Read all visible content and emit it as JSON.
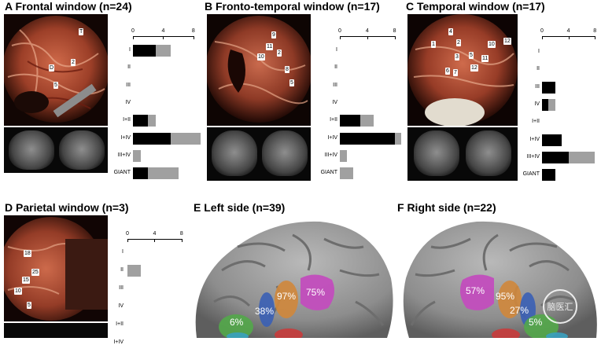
{
  "panels": {
    "A": {
      "title": "A  Frontal window (n=24)"
    },
    "B": {
      "title": "B  Fronto-temporal window (n=17)"
    },
    "C": {
      "title": "C  Temporal window (n=17)"
    },
    "D": {
      "title": "D  Parietal window (n=3)"
    },
    "E": {
      "title": "E  Left side (n=39)",
      "percents": [
        "97%",
        "75%",
        "38%",
        "6%"
      ]
    },
    "F": {
      "title": "F  Right side (n=22)",
      "percents": [
        "57%",
        "95%",
        "27%",
        "5%"
      ]
    }
  },
  "photo_labels": {
    "A": [
      "T",
      "2",
      "D",
      "5"
    ],
    "B": [
      "9",
      "10",
      "11",
      "2",
      "8",
      "5"
    ],
    "C": [
      "4",
      "2",
      "3",
      "5",
      "11",
      "12",
      "7",
      "6",
      "10",
      "12",
      "1"
    ],
    "D": [
      "18",
      "25",
      "15",
      "10",
      "5"
    ]
  },
  "watermark": "脑医汇",
  "chart_data": [
    {
      "panel": "A",
      "type": "bar",
      "orientation": "horizontal",
      "stacked": true,
      "categories": [
        "I",
        "II",
        "III",
        "IV",
        "I+II",
        "I+IV",
        "III+IV",
        "GIANT"
      ],
      "series": [
        {
          "values": [
            3,
            0,
            0,
            0,
            2,
            5,
            0,
            2
          ],
          "color": "#000000"
        },
        {
          "values": [
            2,
            0,
            0,
            0,
            1,
            4,
            1,
            4
          ],
          "color": "#a0a0a0"
        }
      ],
      "xticks": [
        "0",
        "4",
        "8"
      ],
      "xlim": [
        0,
        8
      ]
    },
    {
      "panel": "B",
      "type": "bar",
      "orientation": "horizontal",
      "stacked": true,
      "categories": [
        "I",
        "II",
        "III",
        "IV",
        "I+II",
        "I+IV",
        "III+IV",
        "GIANT"
      ],
      "series": [
        {
          "values": [
            0,
            0,
            0,
            0,
            3,
            8,
            0,
            0
          ],
          "color": "#000000"
        },
        {
          "values": [
            0,
            0,
            0,
            0,
            2,
            1,
            1,
            2
          ],
          "color": "#a0a0a0"
        }
      ],
      "xticks": [
        "0",
        "4",
        "8"
      ],
      "xlim": [
        0,
        8
      ]
    },
    {
      "panel": "C",
      "type": "bar",
      "orientation": "horizontal",
      "stacked": true,
      "categories": [
        "I",
        "II",
        "III",
        "IV",
        "I+II",
        "I+IV",
        "III+IV",
        "GIANT"
      ],
      "series": [
        {
          "values": [
            0,
            0,
            2,
            1,
            0,
            3,
            4,
            2
          ],
          "color": "#000000"
        },
        {
          "values": [
            0,
            0,
            0,
            1,
            0,
            0,
            4,
            0
          ],
          "color": "#a0a0a0"
        }
      ],
      "xticks": [
        "0",
        "4",
        "8"
      ],
      "xlim": [
        0,
        8
      ]
    },
    {
      "panel": "D",
      "type": "bar",
      "orientation": "horizontal",
      "stacked": true,
      "categories": [
        "I",
        "II",
        "III",
        "IV",
        "I+II",
        "I+IV"
      ],
      "series": [
        {
          "values": [
            0,
            0,
            0,
            0,
            0,
            0
          ],
          "color": "#000000"
        },
        {
          "values": [
            0,
            2,
            0,
            0,
            0,
            0
          ],
          "color": "#a0a0a0"
        }
      ],
      "xticks": [
        "0",
        "4",
        "8"
      ],
      "xlim": [
        0,
        8
      ]
    }
  ]
}
